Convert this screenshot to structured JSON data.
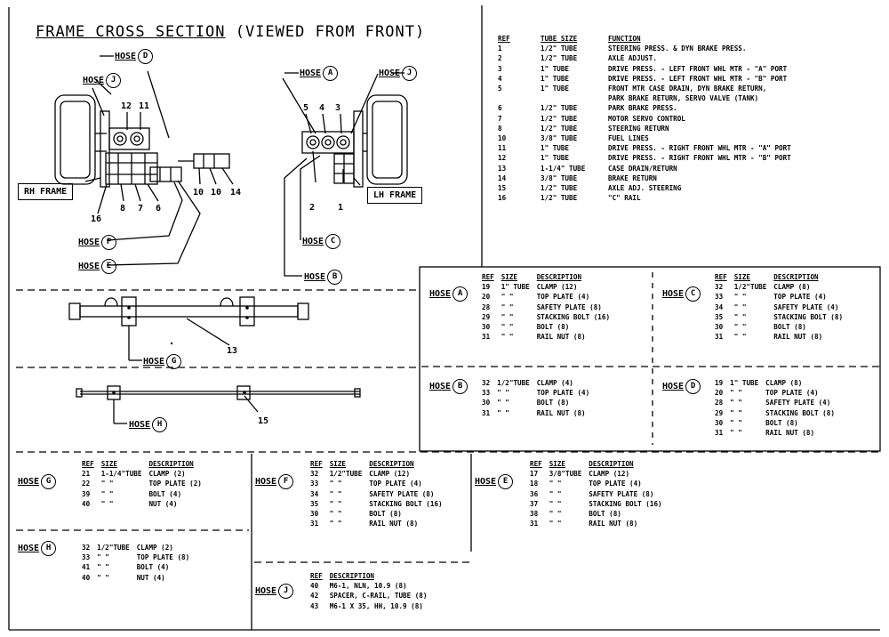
{
  "title": "FRAME CROSS SECTION",
  "subtitle": "(VIEWED FROM FRONT)",
  "frame_labels": {
    "rh": "RH FRAME",
    "lh": "LH FRAME"
  },
  "hose_word": "HOSE",
  "callouts": {
    "rh_top": [
      "12",
      "11"
    ],
    "rh_bottom": [
      "16",
      "8",
      "7",
      "6"
    ],
    "mid_clip": [
      "10",
      "10",
      "14"
    ],
    "lh_top": [
      "5",
      "4",
      "3"
    ],
    "lh_bottom": [
      "2",
      "1"
    ],
    "g_num": "13",
    "h_num": "15"
  },
  "hose_letters": {
    "d": "D",
    "j": "J",
    "a": "A",
    "f": "F",
    "e": "E",
    "b": "B",
    "c": "C",
    "g": "G",
    "h": "H"
  },
  "main_table": {
    "headers": [
      "REF",
      "TUBE SIZE",
      "FUNCTION"
    ],
    "rows": [
      [
        "1",
        "1/2\" TUBE",
        "STEERING PRESS. & DYN BRAKE PRESS."
      ],
      [
        "2",
        "1/2\" TUBE",
        "AXLE ADJUST."
      ],
      [
        "3",
        "1\" TUBE",
        "DRIVE PRESS. - LEFT FRONT WHL MTR - \"A\" PORT"
      ],
      [
        "4",
        "1\" TUBE",
        "DRIVE PRESS. - LEFT FRONT WHL MTR - \"B\" PORT"
      ],
      [
        "5",
        "1\" TUBE",
        "FRONT MTR CASE DRAIN, DYN BRAKE RETURN,"
      ],
      [
        "",
        "",
        "PARK BRAKE RETURN, SERVO VALVE (TANK)"
      ],
      [
        "6",
        "1/2\" TUBE",
        "PARK BRAKE PRESS."
      ],
      [
        "7",
        "1/2\" TUBE",
        "MOTOR SERVO CONTROL"
      ],
      [
        "8",
        "1/2\" TUBE",
        "STEERING RETURN"
      ],
      [
        "10",
        "3/8\" TUBE",
        "FUEL LINES"
      ],
      [
        "11",
        "1\" TUBE",
        "DRIVE PRESS. - RIGHT FRONT WHL MTR - \"A\" PORT"
      ],
      [
        "12",
        "1\" TUBE",
        "DRIVE PRESS. - RIGHT FRONT WHL MTR - \"B\" PORT"
      ],
      [
        "13",
        "1-1/4\" TUBE",
        "CASE DRAIN/RETURN"
      ],
      [
        "14",
        "3/8\" TUBE",
        "BRAKE RETURN"
      ],
      [
        "15",
        "1/2\" TUBE",
        "AXLE ADJ. STEERING"
      ],
      [
        "16",
        "1/2\" TUBE",
        "\"C\" RAIL"
      ]
    ]
  },
  "tables": {
    "a": {
      "headers": [
        "REF",
        "SIZE",
        "DESCRIPTION"
      ],
      "rows": [
        [
          "19",
          "1\" TUBE",
          "CLAMP (12)"
        ],
        [
          "20",
          "\"  \"",
          "TOP PLATE (4)"
        ],
        [
          "28",
          "\"  \"",
          "SAFETY PLATE (8)"
        ],
        [
          "29",
          "\"  \"",
          "STACKING BOLT (16)"
        ],
        [
          "30",
          "\"  \"",
          "BOLT (8)"
        ],
        [
          "31",
          "\"  \"",
          "RAIL NUT (8)"
        ]
      ]
    },
    "c": {
      "headers": [
        "REF",
        "SIZE",
        "DESCRIPTION"
      ],
      "rows": [
        [
          "32",
          "1/2\"TUBE",
          "CLAMP (8)"
        ],
        [
          "33",
          "\"  \"",
          "TOP PLATE (4)"
        ],
        [
          "34",
          "\"  \"",
          "SAFETY PLATE (4)"
        ],
        [
          "35",
          "\"  \"",
          "STACKING BOLT (8)"
        ],
        [
          "30",
          "\"  \"",
          "BOLT (8)"
        ],
        [
          "31",
          "\"  \"",
          "RAIL NUT (8)"
        ]
      ]
    },
    "b": {
      "rows": [
        [
          "32",
          "1/2\"TUBE",
          "CLAMP (4)"
        ],
        [
          "33",
          "\"  \"",
          "TOP PLATE (4)"
        ],
        [
          "30",
          "\"  \"",
          "BOLT (8)"
        ],
        [
          "31",
          "\"  \"",
          "RAIL NUT (8)"
        ]
      ]
    },
    "d": {
      "rows": [
        [
          "19",
          "1\" TUBE",
          "CLAMP (8)"
        ],
        [
          "20",
          "\"  \"",
          "TOP PLATE (4)"
        ],
        [
          "28",
          "\"  \"",
          "SAFETY PLATE (4)"
        ],
        [
          "29",
          "\"  \"",
          "STACKING BOLT (8)"
        ],
        [
          "30",
          "\"  \"",
          "BOLT (8)"
        ],
        [
          "31",
          "\"  \"",
          "RAIL NUT (8)"
        ]
      ]
    },
    "g": {
      "headers": [
        "REF",
        "SIZE",
        "DESCRIPTION"
      ],
      "rows": [
        [
          "21",
          "1-1/4\"TUBE",
          "CLAMP (2)"
        ],
        [
          "22",
          "\"  \"",
          "TOP PLATE (2)"
        ],
        [
          "39",
          "\"  \"",
          "BOLT (4)"
        ],
        [
          "40",
          "\"  \"",
          "NUT (4)"
        ]
      ]
    },
    "h": {
      "rows": [
        [
          "32",
          "1/2\"TUBE",
          "CLAMP (2)"
        ],
        [
          "33",
          "\"  \"",
          "TOP PLATE (8)"
        ],
        [
          "41",
          "\"  \"",
          "BOLT (4)"
        ],
        [
          "40",
          "\"  \"",
          "NUT (4)"
        ]
      ]
    },
    "f": {
      "headers": [
        "REF",
        "SIZE",
        "DESCRIPTION"
      ],
      "rows": [
        [
          "32",
          "1/2\"TUBE",
          "CLAMP (12)"
        ],
        [
          "33",
          "\"  \"",
          "TOP PLATE (4)"
        ],
        [
          "34",
          "\"  \"",
          "SAFETY PLATE (8)"
        ],
        [
          "35",
          "\"  \"",
          "STACKING BOLT (16)"
        ],
        [
          "30",
          "\"  \"",
          "BOLT (8)"
        ],
        [
          "31",
          "\"  \"",
          "RAIL NUT (8)"
        ]
      ]
    },
    "j": {
      "headers": [
        "REF",
        "DESCRIPTION"
      ],
      "rows": [
        [
          "40",
          "M6-1, NLN, 10.9 (8)"
        ],
        [
          "42",
          "SPACER, C-RAIL, TUBE (8)"
        ],
        [
          "43",
          "M6-1 X 35, HH, 10.9 (8)"
        ]
      ]
    },
    "e": {
      "headers": [
        "REF",
        "SIZE",
        "DESCRIPTION"
      ],
      "rows": [
        [
          "17",
          "3/8\"TUBE",
          "CLAMP (12)"
        ],
        [
          "18",
          "\"  \"",
          "TOP PLATE (4)"
        ],
        [
          "36",
          "\"  \"",
          "SAFETY PLATE (8)"
        ],
        [
          "37",
          "\"  \"",
          "STACKING BOLT (16)"
        ],
        [
          "38",
          "\"  \"",
          "BOLT (8)"
        ],
        [
          "31",
          "\"  \"",
          "RAIL NUT (8)"
        ]
      ]
    }
  }
}
